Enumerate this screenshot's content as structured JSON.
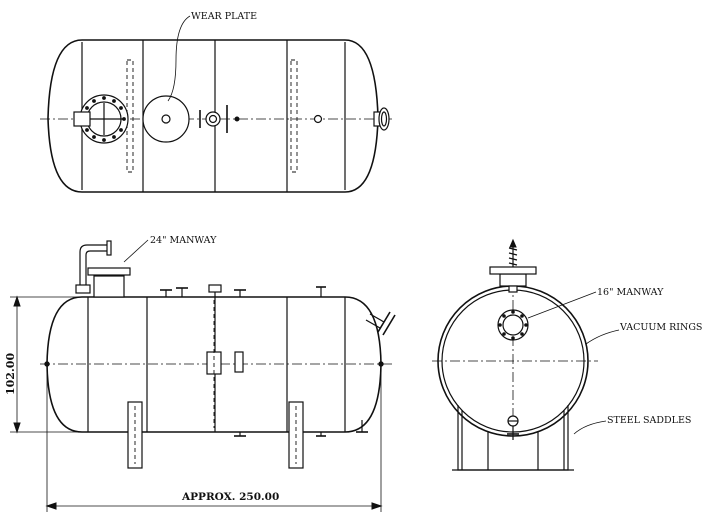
{
  "labels": {
    "wear_plate": "WEAR PLATE",
    "manway_24": "24\" MANWAY",
    "manway_16": "16\" MANWAY",
    "vacuum_rings": "VACUUM RINGS",
    "steel_saddles": "STEEL SADDLES",
    "height_dim": "102.00",
    "length_dim": "APPROX. 250.00"
  }
}
